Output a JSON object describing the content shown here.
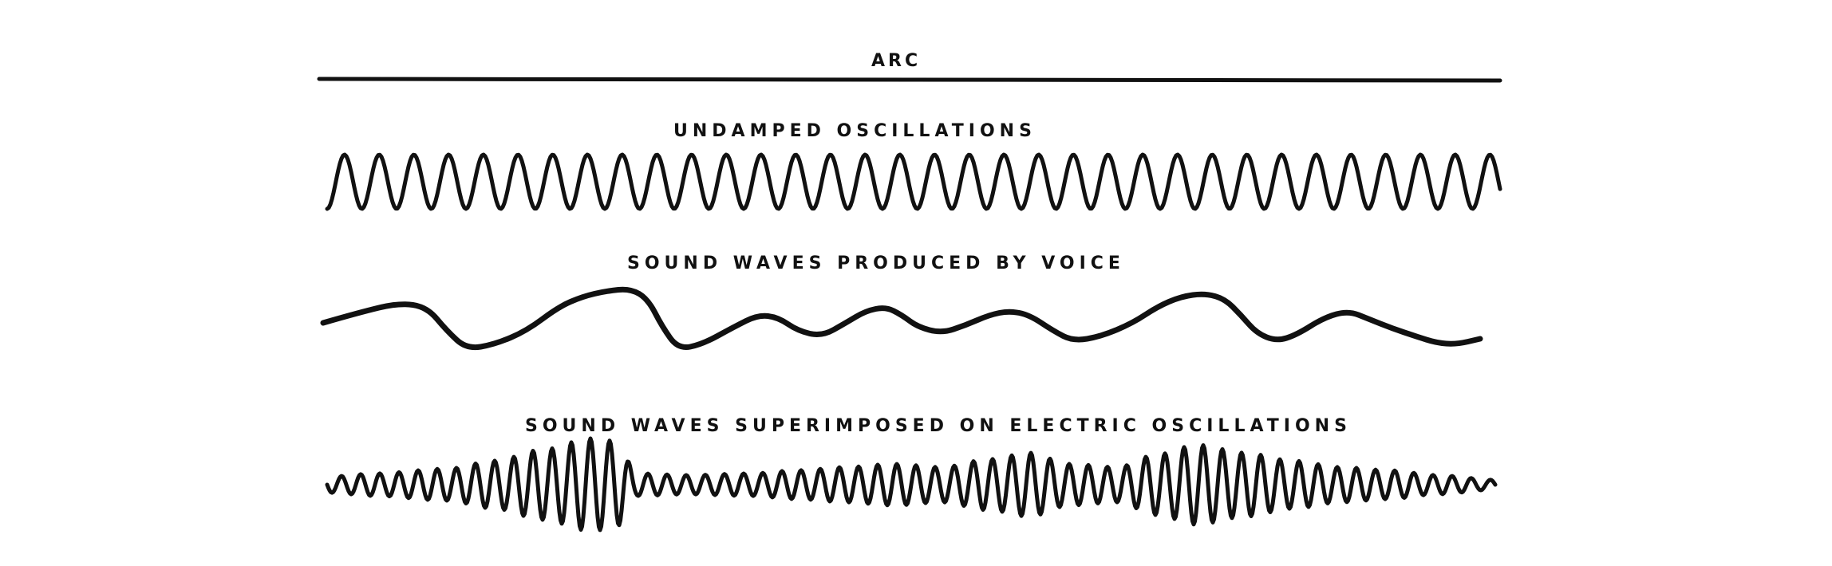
{
  "labels": {
    "arc": "ARC",
    "undamped": "UNDAMPED OSCILLATIONS",
    "voice": "SOUND WAVES PRODUCED BY VOICE",
    "superimposed": "SOUND WAVES SUPERIMPOSED ON ELECTRIC OSCILLATIONS"
  },
  "colors": {
    "ink": "#111111",
    "background": "#ffffff"
  }
}
